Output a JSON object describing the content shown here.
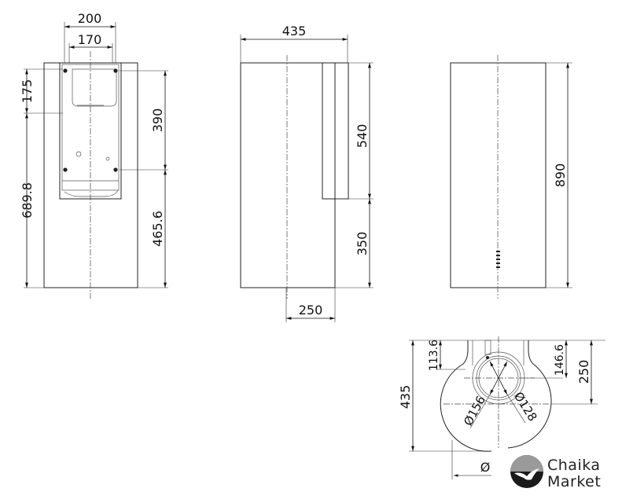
{
  "front_view": {
    "width_outer": "200",
    "width_inner": "170",
    "top_offset": "175",
    "bottom_height": "689.8",
    "bracket_height": "390",
    "bracket_bottom": "465.6"
  },
  "side_view": {
    "depth": "435",
    "upper_height": "540",
    "lower_height": "350",
    "bottom_depth": "250"
  },
  "back_view": {
    "total_height": "890"
  },
  "top_view": {
    "total_depth": "435",
    "offset_a": "113.6",
    "offset_b": "146.6",
    "center_offset": "250",
    "duct_outer": "Ø156",
    "duct_inner": "Ø128",
    "diameter_symbol": "Ø"
  },
  "logo": {
    "line1": "Chaika",
    "line2": "Market"
  },
  "colors": {
    "line": "#222222",
    "logo_grey": "#9a9a9a",
    "logo_black": "#1a1a1a"
  }
}
